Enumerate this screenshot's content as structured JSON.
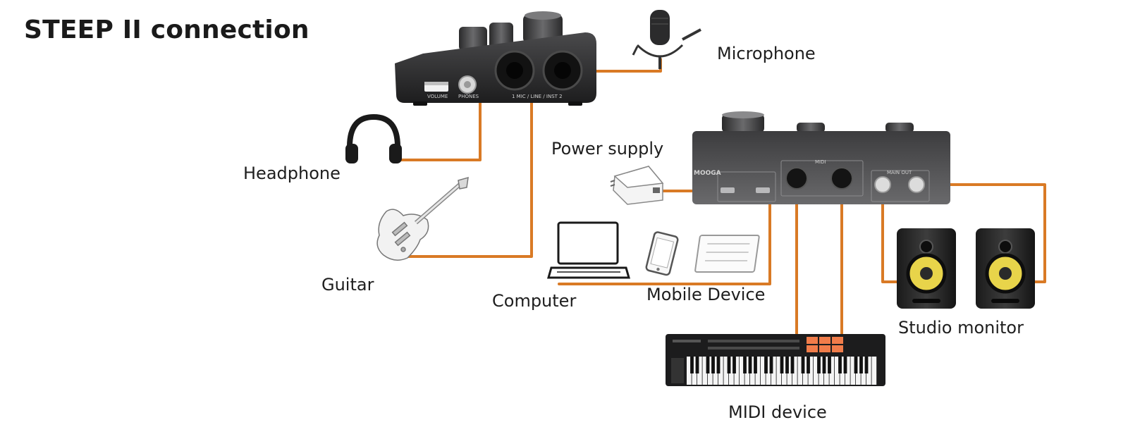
{
  "title": "STEEP II connection",
  "labels": {
    "microphone": "Microphone",
    "headphone": "Headphone",
    "power_supply": "Power supply",
    "guitar": "Guitar",
    "computer": "Computer",
    "mobile_device": "Mobile Device",
    "studio_monitor": "Studio monitor",
    "midi_device": "MIDI device"
  },
  "device_text": {
    "front_volume": "VOLUME",
    "front_phones": "PHONES",
    "front_inputs": "1  MIC / LINE / INST  2",
    "rear_brand": "MOOGA",
    "rear_midi": "MIDI",
    "rear_main_out": "MAIN OUT"
  },
  "colors": {
    "cable": "#d97a25",
    "device_body": "#3a3a3c",
    "device_dark": "#1c1c1d",
    "text": "#1e1e1e"
  }
}
